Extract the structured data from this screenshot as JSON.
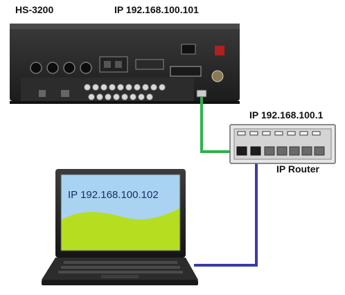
{
  "device": {
    "model": "HS-3200",
    "ip_label": "IP  192.168.100.101"
  },
  "router": {
    "ip_label": "IP  192.168.100.1",
    "name": "IP Router"
  },
  "laptop": {
    "ip_label": "IP 192.168.100.102"
  },
  "colors": {
    "device_to_router_cable": "#2bb34a",
    "laptop_to_router_cable": "#3a3aa8",
    "screen_sky": "#a9d3f0",
    "screen_grass": "#b5de20"
  },
  "icons": [
    "switcher-device",
    "router-device",
    "laptop-device"
  ]
}
